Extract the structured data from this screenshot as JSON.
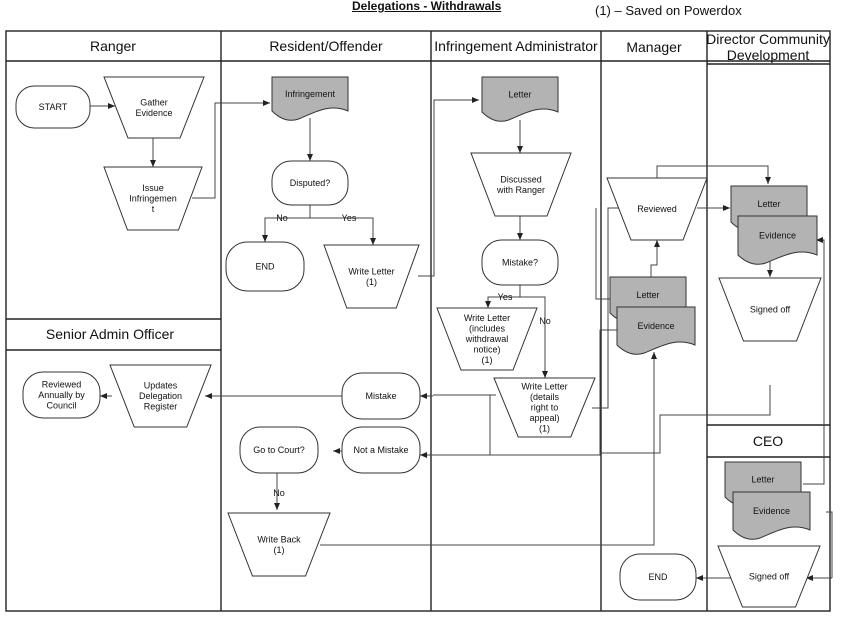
{
  "title": "Delegations - Withdrawals",
  "note": "(1) – Saved on Powerdox",
  "colors": {
    "document_fill": "#b3b3b3",
    "line": "#333333",
    "background": "#ffffff"
  },
  "lanes": {
    "ranger": "Ranger",
    "resident": "Resident/Offender",
    "admin": "Infringement Administrator",
    "manager": "Manager",
    "director": [
      "Director Community",
      "Development"
    ],
    "senior": "Senior Admin Officer",
    "ceo": "CEO"
  },
  "nodes": {
    "start": [
      "START"
    ],
    "gather": [
      "Gather",
      "Evidence"
    ],
    "issue": [
      "Issue",
      "Infringemen",
      "t"
    ],
    "infringement_doc": [
      "Infringement"
    ],
    "disputed": [
      "Disputed?"
    ],
    "end1": [
      "END"
    ],
    "write_letter1": [
      "Write Letter",
      "(1)"
    ],
    "letter_doc": [
      "Letter"
    ],
    "discussed": [
      "Discussed",
      "with Ranger"
    ],
    "mistake_q": [
      "Mistake?"
    ],
    "write_withdrawal": [
      "Write Letter",
      "(includes",
      "withdrawal",
      "notice)",
      "(1)"
    ],
    "write_appeal": [
      "Write Letter",
      "(details",
      "right to",
      "appeal)",
      "(1)"
    ],
    "reviewed": [
      "Reviewed"
    ],
    "mgr_letter": [
      "Letter"
    ],
    "mgr_evidence": [
      "Evidence"
    ],
    "dir_letter": [
      "Letter"
    ],
    "dir_evidence": [
      "Evidence"
    ],
    "dir_signed": [
      "Signed off"
    ],
    "mistake": [
      "Mistake"
    ],
    "not_mistake": [
      "Not a Mistake"
    ],
    "court_q": [
      "Go to Court?"
    ],
    "write_back": [
      "Write Back",
      "(1)"
    ],
    "updates": [
      "Updates",
      "Delegation",
      "Register"
    ],
    "reviewed_council": [
      "Reviewed",
      "Annually by",
      "Council"
    ],
    "ceo_letter": [
      "Letter"
    ],
    "ceo_evidence": [
      "Evidence"
    ],
    "ceo_signed": [
      "Signed off"
    ],
    "end2": [
      "END"
    ]
  },
  "edge_labels": {
    "no1": "No",
    "yes1": "Yes",
    "yes2": "Yes",
    "no2": "No",
    "no3": "No"
  }
}
